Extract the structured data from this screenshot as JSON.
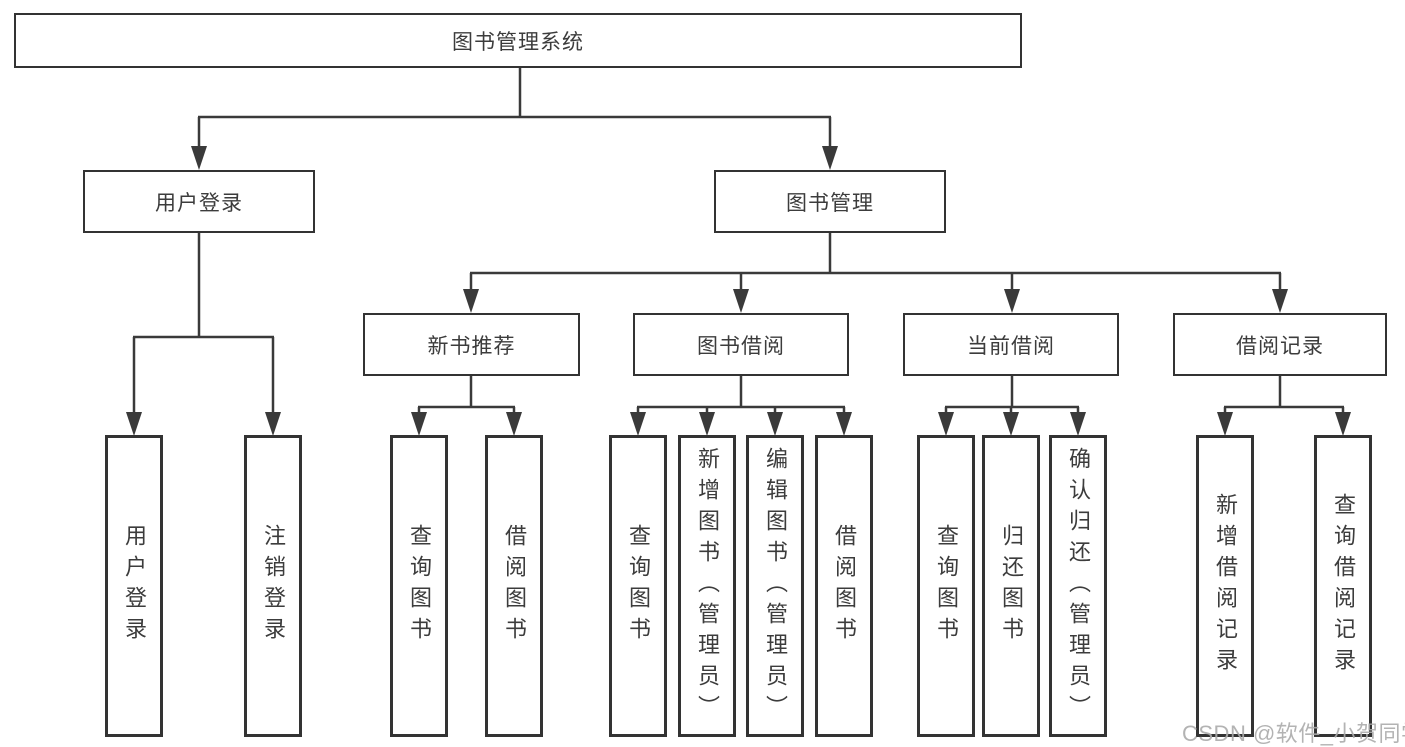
{
  "tree": {
    "root": {
      "label": "图书管理系统"
    },
    "level2": [
      {
        "label": "用户登录"
      },
      {
        "label": "图书管理"
      }
    ],
    "login_children": [
      {
        "label": "用户登录"
      },
      {
        "label": "注销登录"
      }
    ],
    "sections": [
      {
        "label": "新书推荐",
        "children": [
          {
            "label": "查询图书"
          },
          {
            "label": "借阅图书"
          }
        ]
      },
      {
        "label": "图书借阅",
        "children": [
          {
            "label": "查询图书"
          },
          {
            "label": "新增图书（管理员）"
          },
          {
            "label": "编辑图书（管理员）"
          },
          {
            "label": "借阅图书"
          }
        ]
      },
      {
        "label": "当前借阅",
        "children": [
          {
            "label": "查询图书"
          },
          {
            "label": "归还图书"
          },
          {
            "label": "确认归还（管理员）"
          }
        ]
      },
      {
        "label": "借阅记录",
        "children": [
          {
            "label": "新增借阅记录"
          },
          {
            "label": "查询借阅记录"
          }
        ]
      }
    ]
  },
  "watermark": "CSDN @软件_小贺同学",
  "colors": {
    "background": "#ffffff",
    "box_border": "#333333",
    "line": "#3a3a3a",
    "text": "#3c3c3c",
    "watermark": "#ababab"
  }
}
